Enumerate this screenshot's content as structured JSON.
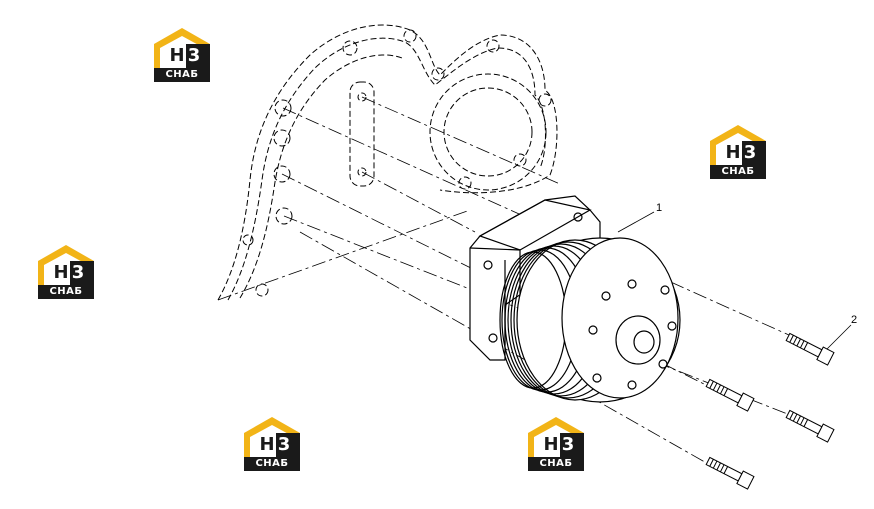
{
  "logo": {
    "letter_h": "H",
    "letter_3": "3",
    "band_text": "СНАБ",
    "colors": {
      "roof": "#f2b417",
      "dark": "#1a1a1a",
      "band": "#1a1a1a"
    }
  },
  "callouts": [
    {
      "id": "1",
      "label": "1"
    },
    {
      "id": "2",
      "label": "2"
    }
  ],
  "icons": [
    "water-pump-icon",
    "bolt-icon",
    "gear-housing-icon",
    "logo-house-icon"
  ]
}
